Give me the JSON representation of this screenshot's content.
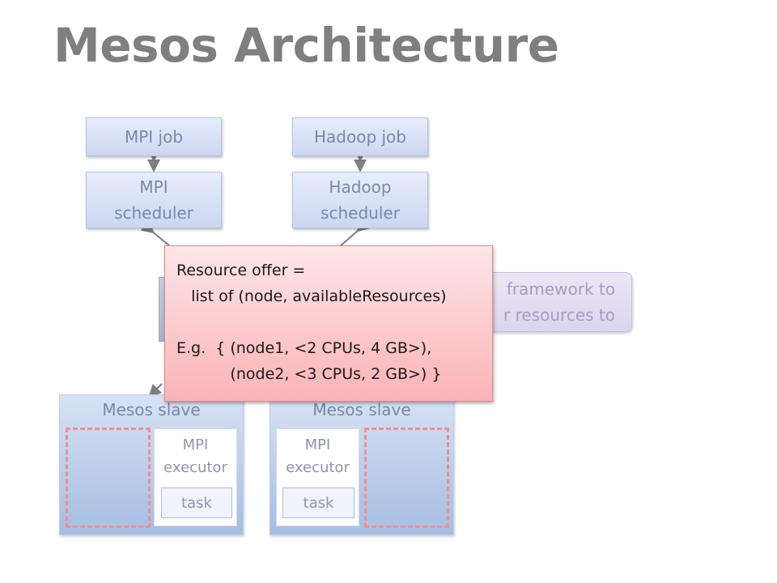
{
  "slide": {
    "title": "Mesos Architecture"
  },
  "diagram": {
    "mpi_job": "MPI job",
    "mpi_scheduler": "MPI\nscheduler",
    "hadoop_job": "Hadoop job",
    "hadoop_scheduler": "Hadoop\nscheduler",
    "allocation_text_line1": "framework to",
    "allocation_text_line2": "r resources to",
    "slaves": [
      {
        "label": "Mesos slave",
        "executor": "MPI\nexecutor",
        "task": "task"
      },
      {
        "label": "Mesos slave",
        "executor": "MPI\nexecutor",
        "task": "task"
      }
    ]
  },
  "popup": {
    "line1": "Resource offer =",
    "line2": "   list of (node, availableResources)",
    "line3": "E.g.  { (node1, <2 CPUs, 4 GB>),",
    "line4": "           (node2, <3 CPUs, 2 GB>) }"
  },
  "colors": {
    "title": "#7f7f7f",
    "box_blue": "#cbd7f1",
    "slave_blue": "#a5bde2",
    "dashed_red": "#f08f8f",
    "popup_pink": "#fbb3b6",
    "allocation_purple": "#dcd4ee",
    "arrow_gray": "#7f7f7f"
  }
}
